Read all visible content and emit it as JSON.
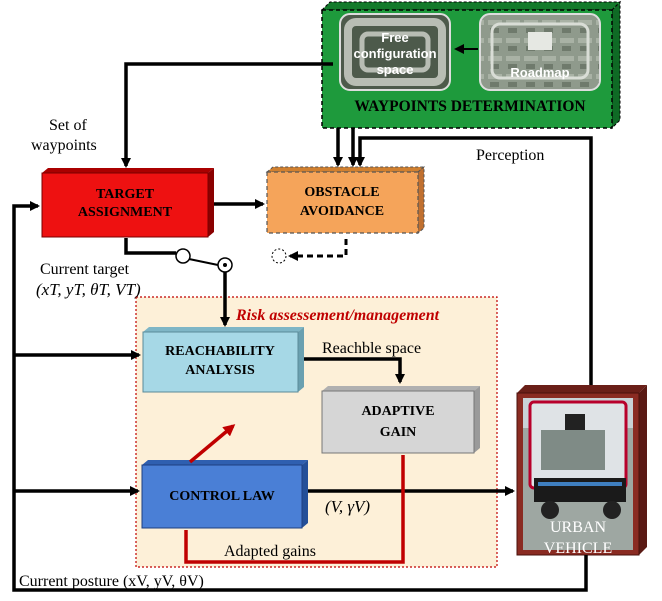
{
  "waypoints": {
    "title": "WAYPOINTS DETERMINATION",
    "free_space_line1": "Free",
    "free_space_line2": "configuration",
    "free_space_line3": "space",
    "roadmap_label": "Roadmap"
  },
  "blocks": {
    "target_line1": "TARGET",
    "target_line2": "ASSIGNMENT",
    "obstacle_line1": "OBSTACLE",
    "obstacle_line2": "AVOIDANCE",
    "reach_line1": "REACHABILITY",
    "reach_line2": "ANALYSIS",
    "adaptive_line1": "ADAPTIVE",
    "adaptive_line2": "GAIN",
    "control": "CONTROL LAW",
    "vehicle_line1": "URBAN",
    "vehicle_line2": "VEHICLE"
  },
  "labels": {
    "set_of": "Set of",
    "waypoints": "waypoints",
    "perception": "Perception",
    "current_target": "Current target",
    "target_tuple": "(xT, yT, θT, VT)",
    "risk_title": "Risk assessement/management",
    "reachable_space": "Reachble space",
    "control_output": "(V, γV)",
    "adapted_gains": "Adapted gains",
    "current_posture": "Current posture (xV, yV, θV)"
  },
  "colors": {
    "waypoints_bg": "#1e9a3c",
    "target_red": "#ee1111",
    "obstacle_orange": "#f5a45a",
    "reach_blue": "#a6d8e6",
    "adaptive_gray": "#d6d6d6",
    "control_blue": "#4a7fd6",
    "risk_bg": "#fdf0d8",
    "risk_title_red": "#c00000",
    "vehicle_frame": "#8a2b22"
  }
}
